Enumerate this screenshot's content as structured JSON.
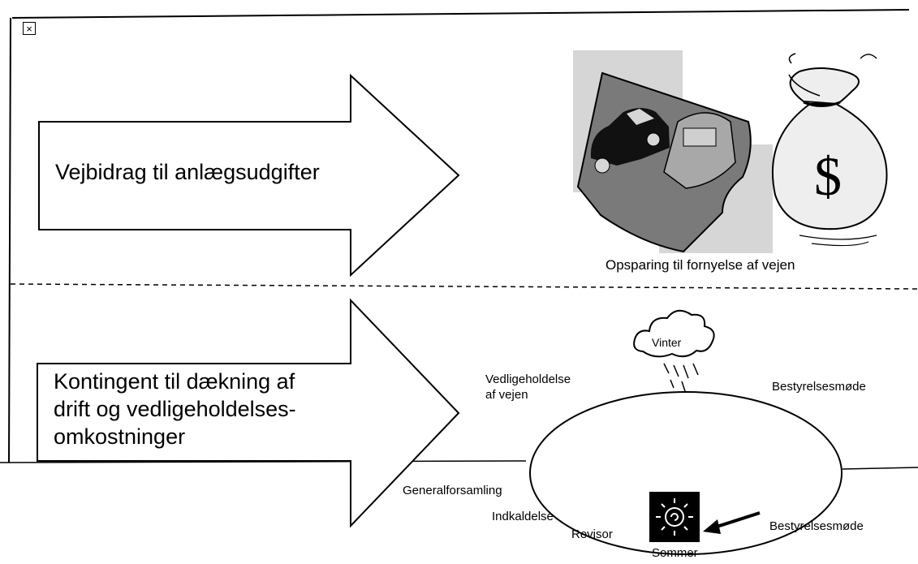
{
  "close_icon": "close-icon",
  "top_section": {
    "arrow_text": "Vejbidrag til anlægsudgifter",
    "image_caption": "Opsparing til fornyelse af vejen",
    "illustration_icons": [
      "road-car-icon",
      "money-bag-icon"
    ]
  },
  "bottom_section": {
    "arrow_text_lines": [
      "Kontingent til dækning af",
      "drift og vedligeholdelses-",
      "omkostninger"
    ],
    "cycle": {
      "winter_label": "Vinter",
      "summer_label": "Sommer",
      "maintenance_lines": [
        "Vedligeholdelse",
        "af vejen"
      ],
      "board_meeting_top": "Bestyrelsesmøde",
      "board_meeting_bottom": "Bestyrelsesmøde",
      "general_assembly": "Generalforsamling",
      "notice": "Indkaldelse",
      "audit": "Revisor",
      "icons": [
        "storm-cloud-icon",
        "sun-icon"
      ]
    }
  },
  "colors": {
    "line": "#000000",
    "photo_background": "#d6d6d6",
    "map_fill": "#7a7a7a",
    "road_fill": "#9a9a9a",
    "bag_fill": "#eeeeee"
  }
}
